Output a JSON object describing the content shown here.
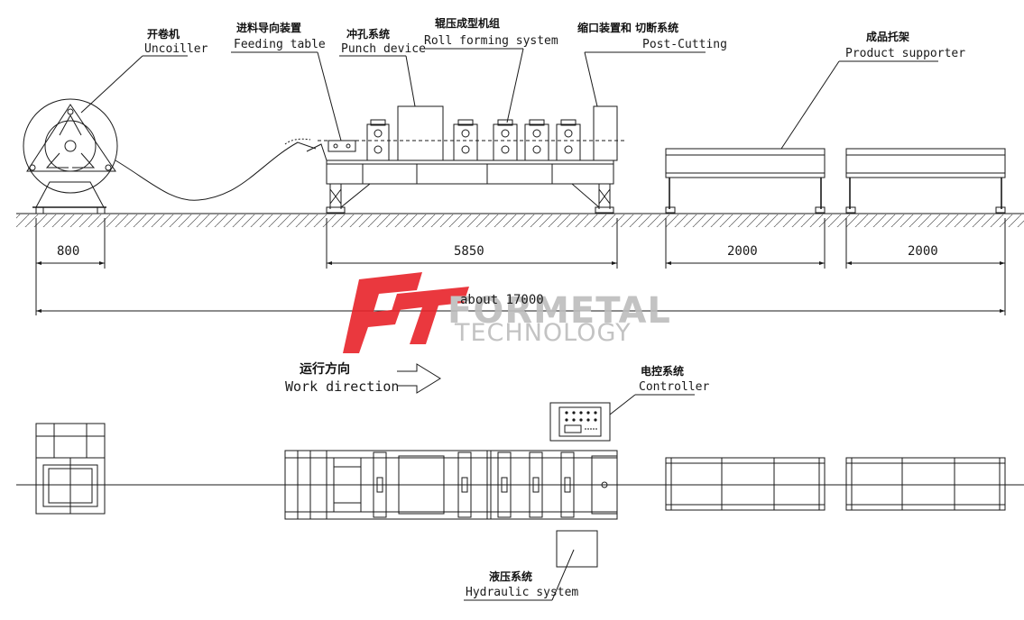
{
  "labels": {
    "uncoiller_cn": "开卷机",
    "uncoiller_en": "Uncoiller",
    "feeding_cn": "进料导向装置",
    "feeding_en": "Feeding table",
    "punch_cn": "冲孔系统",
    "punch_en": "Punch device",
    "roll_cn": "辊压成型机组",
    "roll_en": "Roll forming system",
    "post_cn": "缩口装置和 切断系统",
    "post_en": "Post-Cutting",
    "product_cn": "成品托架",
    "product_en": "Product supporter",
    "controller_cn": "电控系统",
    "controller_en": "Controller",
    "hydraulic_cn": "液压系统",
    "hydraulic_en": "Hydraulic system"
  },
  "dimensions": {
    "d1": "800",
    "d2": "5850",
    "d3": "2000",
    "d4": "2000",
    "total": "about 17000"
  },
  "direction": {
    "cn": "运行方向",
    "en": "Work direction"
  },
  "watermark": {
    "brand": "FORMETAL",
    "sub": "TECHNOLOGY",
    "red": "#e8232a"
  }
}
